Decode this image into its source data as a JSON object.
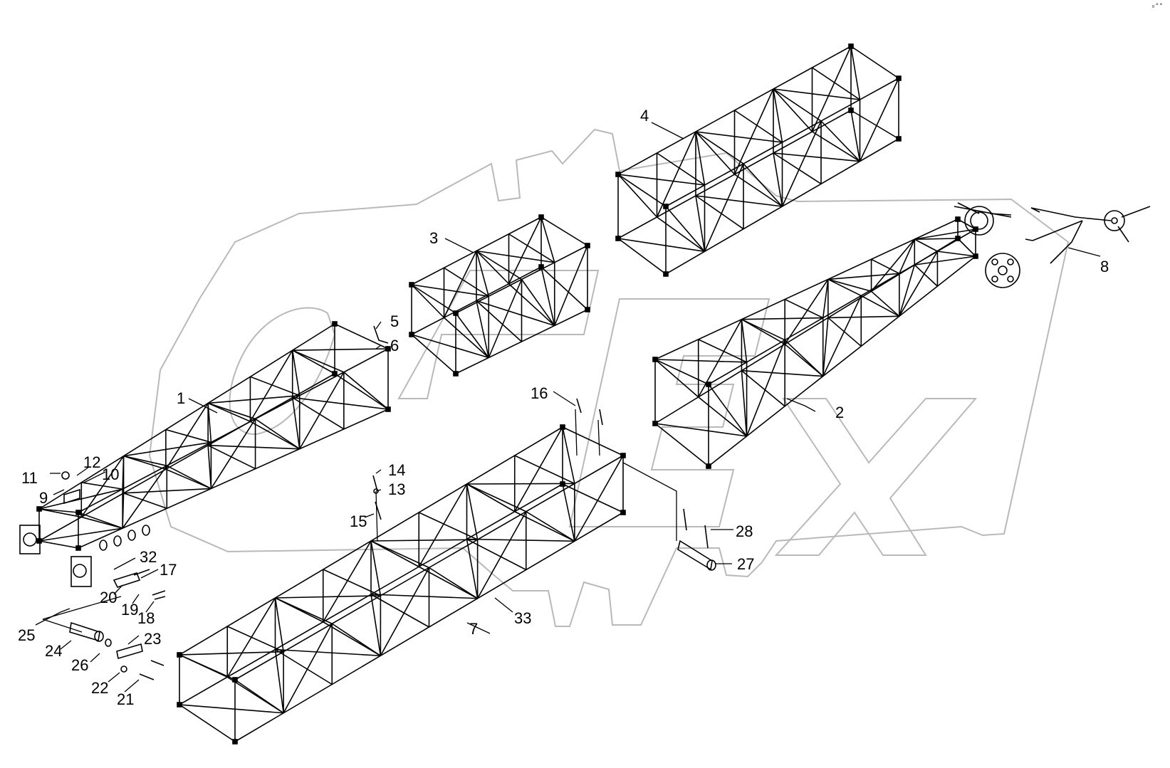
{
  "diagram": {
    "corner_mark": "₀°°",
    "watermark_text": "OPEX",
    "colors": {
      "line": "#000000",
      "watermark": "#b9b9b9",
      "background": "#ffffff"
    },
    "parts": [
      {
        "id": "1",
        "label": "1"
      },
      {
        "id": "2",
        "label": "2"
      },
      {
        "id": "3",
        "label": "3"
      },
      {
        "id": "4",
        "label": "4"
      },
      {
        "id": "5",
        "label": "5"
      },
      {
        "id": "6",
        "label": "6"
      },
      {
        "id": "7",
        "label": "7"
      },
      {
        "id": "8",
        "label": "8"
      },
      {
        "id": "9",
        "label": "9"
      },
      {
        "id": "10",
        "label": "10"
      },
      {
        "id": "11",
        "label": "11"
      },
      {
        "id": "12",
        "label": "12"
      },
      {
        "id": "13",
        "label": "13"
      },
      {
        "id": "14",
        "label": "14"
      },
      {
        "id": "15",
        "label": "15"
      },
      {
        "id": "16",
        "label": "16"
      },
      {
        "id": "17",
        "label": "17"
      },
      {
        "id": "18",
        "label": "18"
      },
      {
        "id": "19",
        "label": "19"
      },
      {
        "id": "20",
        "label": "20"
      },
      {
        "id": "21",
        "label": "21"
      },
      {
        "id": "22",
        "label": "22"
      },
      {
        "id": "23",
        "label": "23"
      },
      {
        "id": "24",
        "label": "24"
      },
      {
        "id": "25",
        "label": "25"
      },
      {
        "id": "26",
        "label": "26"
      },
      {
        "id": "27",
        "label": "27"
      },
      {
        "id": "28",
        "label": "28"
      },
      {
        "id": "32",
        "label": "32"
      },
      {
        "id": "33",
        "label": "33"
      }
    ]
  }
}
